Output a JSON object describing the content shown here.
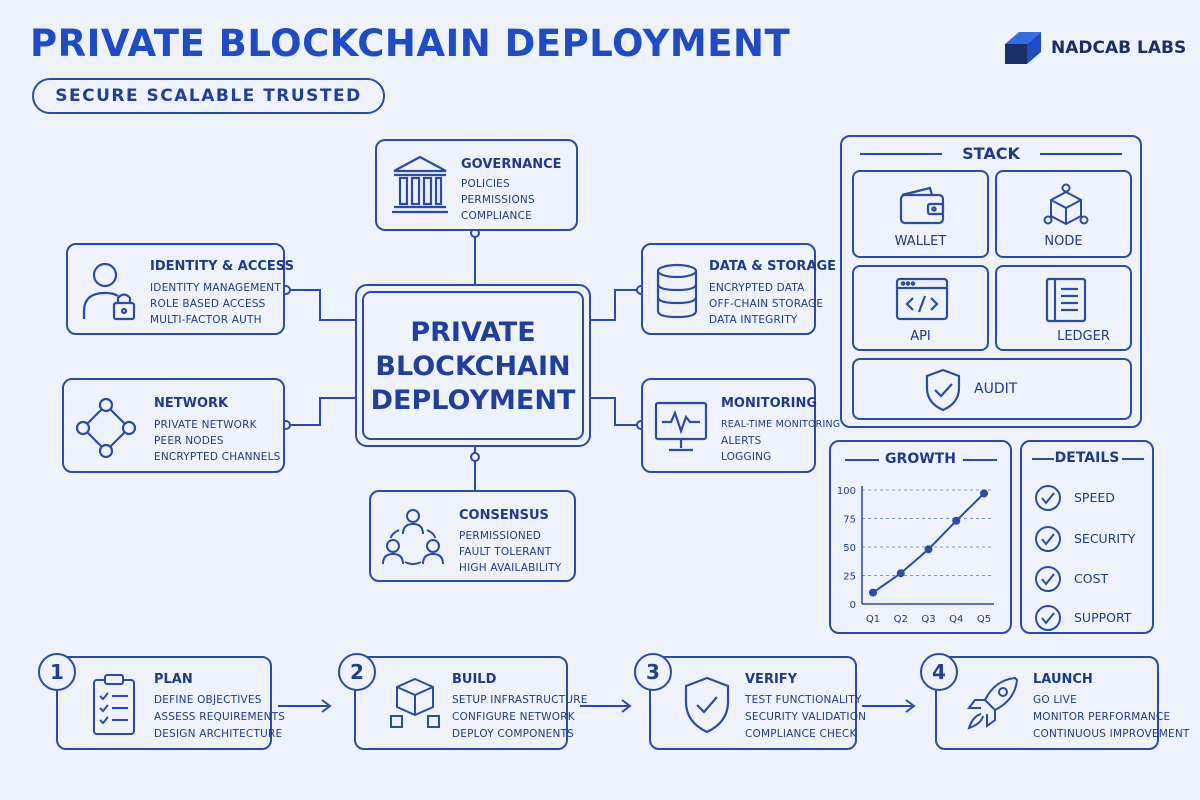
{
  "header": {
    "title": "PRIVATE BLOCKCHAIN DEPLOYMENT",
    "subtitle": "SECURE SCALABLE TRUSTED",
    "brand": "NADCAB LABS"
  },
  "center": {
    "lines": [
      "PRIVATE",
      "BLOCKCHAIN",
      "DEPLOYMENT"
    ]
  },
  "cards": {
    "governance": {
      "title": "GOVERNANCE",
      "items": [
        "POLICIES",
        "PERMISSIONS",
        "COMPLIANCE"
      ]
    },
    "identity": {
      "title": "IDENTITY & ACCESS",
      "items": [
        "IDENTITY MANAGEMENT",
        "ROLE BASED ACCESS",
        "MULTI-FACTOR AUTH"
      ]
    },
    "network": {
      "title": "NETWORK",
      "items": [
        "PRIVATE NETWORK",
        "PEER NODES",
        "ENCRYPTED CHANNELS"
      ]
    },
    "consensus": {
      "title": "CONSENSUS",
      "items": [
        "PERMISSIONED",
        "FAULT TOLERANT",
        "HIGH AVAILABILITY"
      ]
    },
    "storage": {
      "title": "DATA & STORAGE",
      "items": [
        "ENCRYPTED DATA",
        "OFF-CHAIN STORAGE",
        "DATA INTEGRITY"
      ]
    },
    "monitoring": {
      "title": "MONITORING",
      "items": [
        "REAL-TIME MONITORING",
        "ALERTS",
        "LOGGING"
      ]
    }
  },
  "stack": {
    "title": "STACK",
    "tiles": [
      "WALLET",
      "NODE",
      "API",
      "LEDGER",
      "AUDIT"
    ]
  },
  "growth": {
    "title": "GROWTH"
  },
  "details": {
    "title": "DETAILS",
    "items": [
      "SPEED",
      "SECURITY",
      "COST",
      "SUPPORT"
    ]
  },
  "steps": [
    {
      "number": "1",
      "title": "PLAN",
      "items": [
        "DEFINE OBJECTIVES",
        "ASSESS REQUIREMENTS",
        "DESIGN ARCHITECTURE"
      ]
    },
    {
      "number": "2",
      "title": "BUILD",
      "items": [
        "SETUP INFRASTRUCTURE",
        "CONFIGURE NETWORK",
        "DEPLOY COMPONENTS"
      ]
    },
    {
      "number": "3",
      "title": "VERIFY",
      "items": [
        "TEST FUNCTIONALITY",
        "SECURITY VALIDATION",
        "COMPLIANCE CHECK"
      ]
    },
    {
      "number": "4",
      "title": "LAUNCH",
      "items": [
        "GO LIVE",
        "MONITOR PERFORMANCE",
        "CONTINUOUS IMPROVEMENT"
      ]
    }
  ],
  "chart_data": {
    "type": "line",
    "title": "GROWTH",
    "categories": [
      "Q1",
      "Q2",
      "Q3",
      "Q4",
      "Q5"
    ],
    "values": [
      10,
      27,
      48,
      73,
      97
    ],
    "yticks": [
      0,
      25,
      50,
      75,
      100
    ],
    "ylim": [
      0,
      100
    ],
    "grid": true,
    "xlabel": "",
    "ylabel": ""
  },
  "colors": {
    "accent": "#1f4bc4",
    "line": "#2a4ba6",
    "background": "#eef3fb"
  }
}
